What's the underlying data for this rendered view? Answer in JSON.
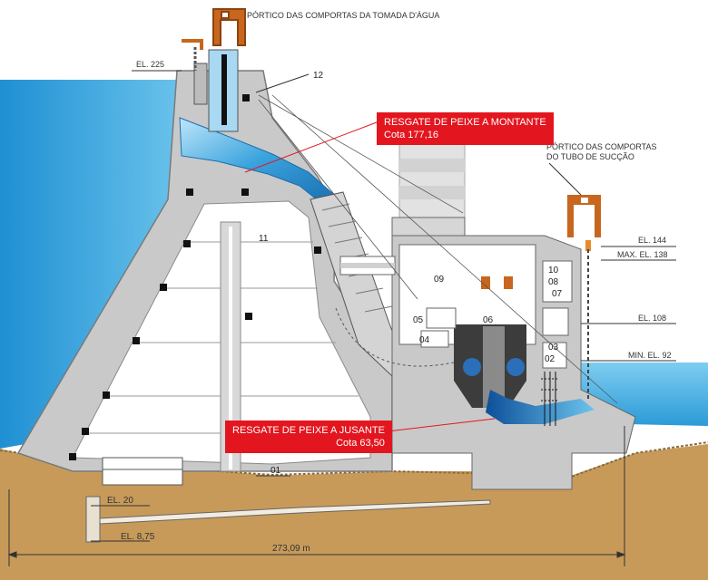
{
  "labels": {
    "intake_gantry": "PÓRTICO DAS COMPORTAS DA TOMADA D'ÁGUA",
    "draft_gantry_line1": "PÓRTICO DAS COMPORTAS",
    "draft_gantry_line2": "DO TUBO DE SUCÇÃO",
    "el_225": "EL. 225",
    "el_144": "EL. 144",
    "max_el_138": "MAX. EL. 138",
    "el_108": "EL. 108",
    "min_el_92": "MIN. EL. 92",
    "el_20": "EL. 20",
    "el_875": "EL. 8,75",
    "length": "273,09 m"
  },
  "callouts": {
    "upstream": {
      "title": "RESGATE DE PEIXE A MONTANTE",
      "value": "Cota 177,16"
    },
    "downstream": {
      "title": "RESGATE DE PEIXE A JUSANTE",
      "value": "Cota 63,50"
    }
  },
  "numbers": {
    "n12": "12",
    "n11": "11",
    "n09": "09",
    "n10": "10",
    "n08": "08",
    "n07": "07",
    "n05": "05",
    "n06": "06",
    "n04": "04",
    "n03": "03",
    "n02": "02",
    "n01": "01"
  },
  "colors": {
    "water": "#3aa3dd",
    "concrete": "#c9c9c9",
    "ground": "#c79a5a",
    "callout": "#e3161f",
    "gantry": "#c8661e"
  }
}
